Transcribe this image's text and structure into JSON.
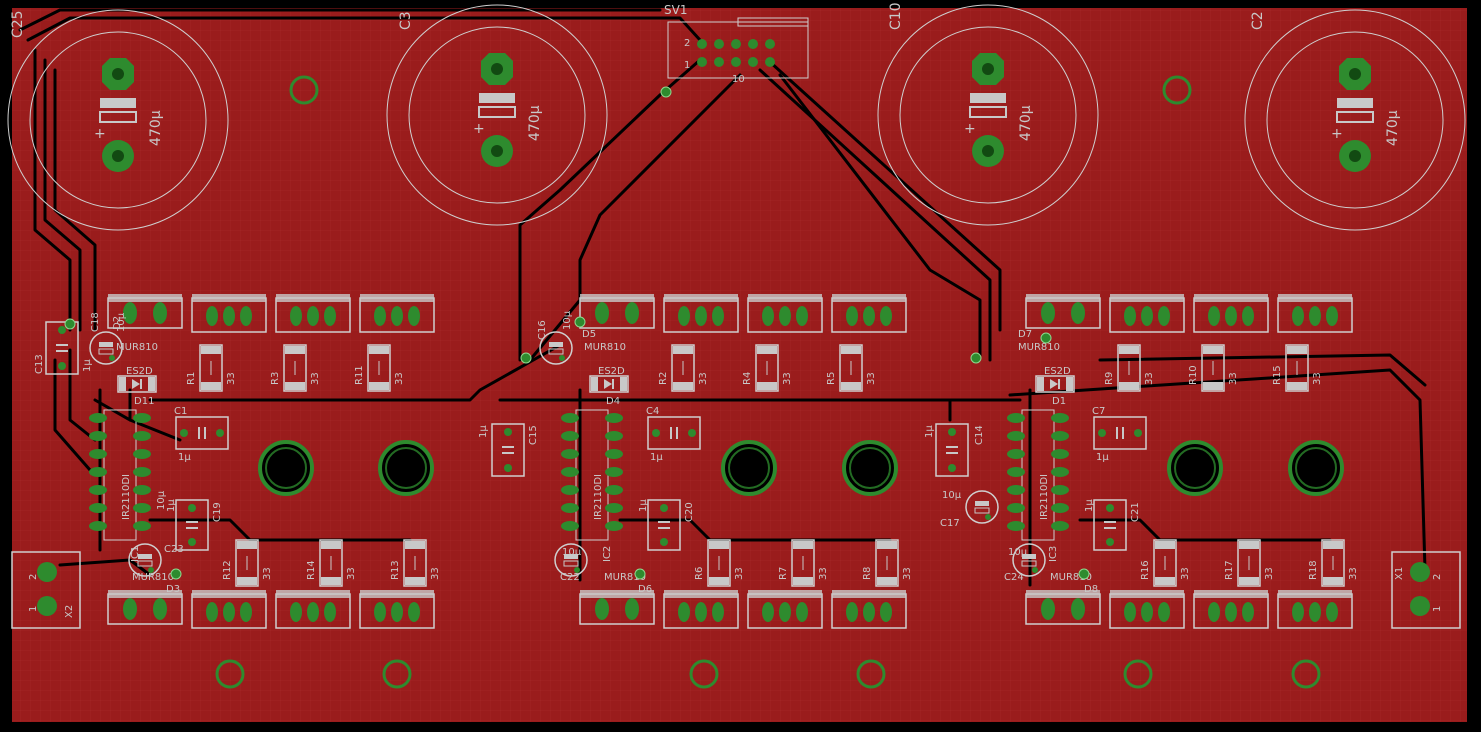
{
  "colors": {
    "background": "#000000",
    "copper": "#9a1c1c",
    "grid": "#b23a3a",
    "trace": "#000000",
    "pad": "#2e8b2e",
    "outline": "#cfcfcf",
    "smd": "#c8c8c8",
    "text": "#c8c8c8"
  },
  "header": {
    "label": "SV1",
    "pin_labels": [
      "2",
      "1",
      "10"
    ]
  },
  "capacitors_large": [
    {
      "name": "C25",
      "value": "470µ"
    },
    {
      "name": "C3",
      "value": "470µ"
    },
    {
      "name": "C10",
      "value": "470µ"
    },
    {
      "name": "C2",
      "value": "470µ"
    }
  ],
  "connectors": [
    {
      "name": "X2",
      "pins": [
        "1",
        "2"
      ]
    },
    {
      "name": "X1",
      "pins": [
        "1",
        "2"
      ]
    }
  ],
  "channels": [
    {
      "cap_top": "C18",
      "cap_top_value": "10µ",
      "cap_side": "C13",
      "cap_side_value": "1µ",
      "diode_top": "D2",
      "diode_top_type": "MUR810",
      "diode_mid": "D11",
      "diode_mid_type": "ES2D",
      "cap_boot": "C1",
      "cap_boot_value": "1µ",
      "ic": "IC1",
      "ic_type": "IR2110DI",
      "cap_lo": "C19",
      "cap_lo_value": "1µ",
      "cap_lo2": "C23",
      "cap_lo2_value": "10µ",
      "diode_bot": "D3",
      "diode_bot_type": "MUR810",
      "r_top": [
        {
          "name": "R1",
          "value": "33"
        },
        {
          "name": "R3",
          "value": "33"
        },
        {
          "name": "R11",
          "value": "33"
        }
      ],
      "r_bot": [
        {
          "name": "R12",
          "value": "33"
        },
        {
          "name": "R14",
          "value": "33"
        },
        {
          "name": "R13",
          "value": "33"
        }
      ]
    },
    {
      "cap_top": "C16",
      "cap_top_value": "10µ",
      "cap_side": "C15",
      "cap_side_value": "1µ",
      "diode_top": "D5",
      "diode_top_type": "MUR810",
      "diode_mid": "D4",
      "diode_mid_type": "ES2D",
      "cap_boot": "C4",
      "cap_boot_value": "1µ",
      "ic": "IC2",
      "ic_type": "IR2110DI",
      "cap_lo": "C20",
      "cap_lo_value": "1µ",
      "cap_lo2": "C22",
      "cap_lo2_value": "10µ",
      "diode_bot": "D6",
      "diode_bot_type": "MUR810",
      "r_top": [
        {
          "name": "R2",
          "value": "33"
        },
        {
          "name": "R4",
          "value": "33"
        },
        {
          "name": "R5",
          "value": "33"
        }
      ],
      "r_bot": [
        {
          "name": "R6",
          "value": "33"
        },
        {
          "name": "R7",
          "value": "33"
        },
        {
          "name": "R8",
          "value": "33"
        }
      ]
    },
    {
      "cap_top": "C17",
      "cap_top_value": "10µ",
      "cap_side": "C14",
      "cap_side_value": "1µ",
      "diode_top": "D7",
      "diode_top_type": "MUR810",
      "diode_mid": "D1",
      "diode_mid_type": "ES2D",
      "cap_boot": "C7",
      "cap_boot_value": "1µ",
      "ic": "IC3",
      "ic_type": "IR2110DI",
      "cap_lo": "C21",
      "cap_lo_value": "1µ",
      "cap_lo2": "C24",
      "cap_lo2_value": "10µ",
      "diode_bot": "D8",
      "diode_bot_type": "MUR810",
      "r_top": [
        {
          "name": "R9",
          "value": "33"
        },
        {
          "name": "R10",
          "value": "33"
        },
        {
          "name": "R15",
          "value": "33"
        }
      ],
      "r_bot": [
        {
          "name": "R16",
          "value": "33"
        },
        {
          "name": "R17",
          "value": "33"
        },
        {
          "name": "R18",
          "value": "33"
        }
      ]
    }
  ]
}
